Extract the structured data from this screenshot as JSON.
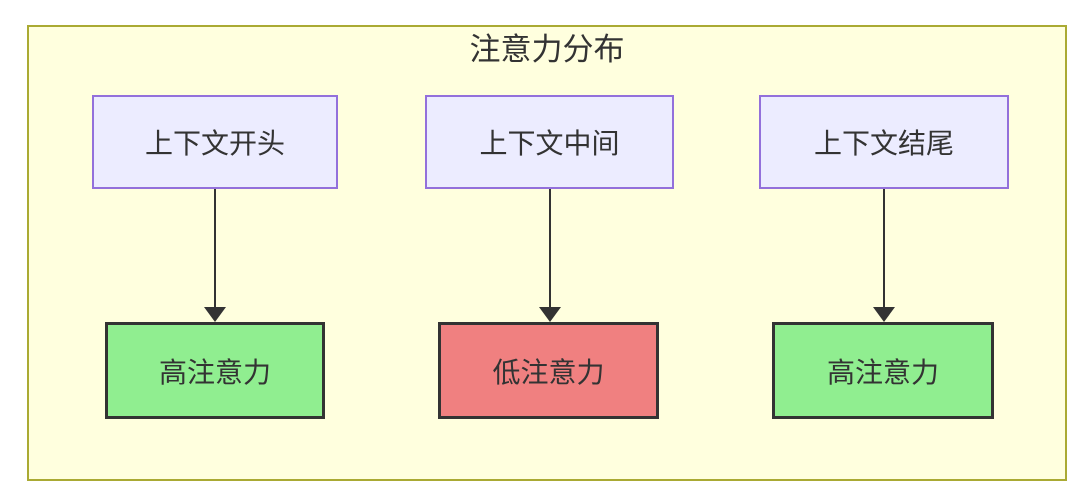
{
  "diagram": {
    "type": "flowchart-top-down",
    "title": "注意力分布",
    "top_nodes": [
      {
        "label": "上下文开头"
      },
      {
        "label": "上下文中间"
      },
      {
        "label": "上下文结尾"
      }
    ],
    "bottom_nodes": [
      {
        "label": "高注意力",
        "status": "high"
      },
      {
        "label": "低注意力",
        "status": "low"
      },
      {
        "label": "高注意力",
        "status": "high"
      }
    ],
    "edges": [
      {
        "from": "上下文开头",
        "to": "高注意力"
      },
      {
        "from": "上下文中间",
        "to": "低注意力"
      },
      {
        "from": "上下文结尾",
        "to": "高注意力"
      }
    ],
    "colors": {
      "page_bg": "#ffffff",
      "container_bg": "#ffffde",
      "container_border": "#aaaa33",
      "top_node_bg": "#ececff",
      "top_node_border": "#9370db",
      "high_attention_bg": "#90ee90",
      "low_attention_bg": "#f08080",
      "bottom_node_border": "#333333",
      "edge": "#333333",
      "text": "#333333"
    }
  }
}
